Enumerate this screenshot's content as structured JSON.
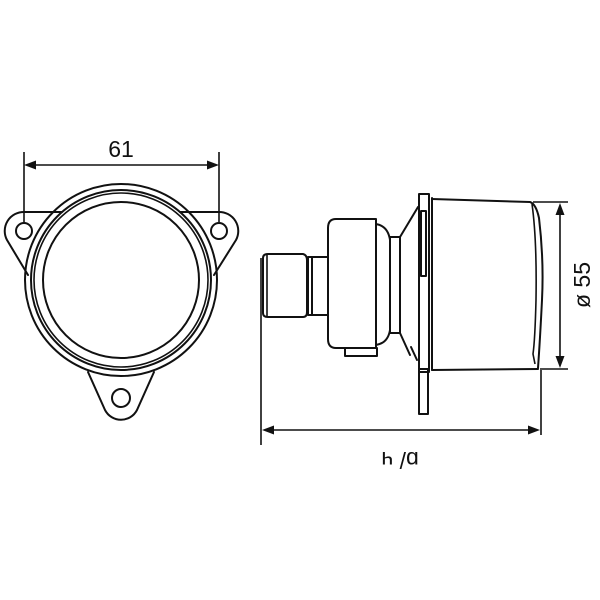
{
  "drawing": {
    "type": "technical-dimension-drawing",
    "subject": "round lamp with triangular three-hole mounting flange",
    "views": [
      {
        "name": "front-view",
        "description": "circular lens with three mounting tabs"
      },
      {
        "name": "side-view",
        "description": "lamp body profile with connector"
      }
    ],
    "line_color": "#111111",
    "background": "#ffffff"
  },
  "dimensions": {
    "hole_spacing": {
      "label": "61",
      "orientation": "horizontal"
    },
    "diameter": {
      "label": "ø 55",
      "orientation": "vertical"
    },
    "overall_length": {
      "label": "ɒ/ ч",
      "orientation": "horizontal",
      "note": "label rendered upside-down"
    }
  }
}
